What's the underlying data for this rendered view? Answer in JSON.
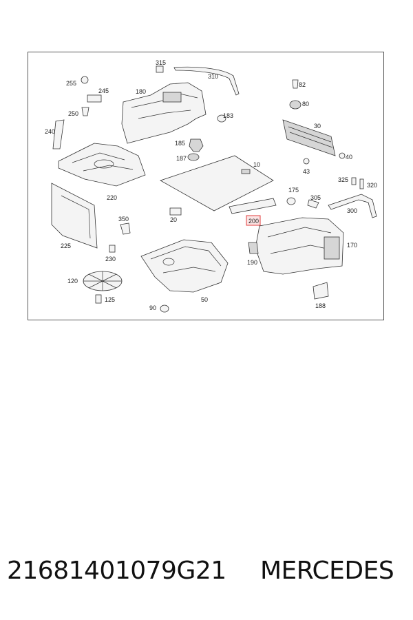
{
  "diagram": {
    "callouts": [
      {
        "id": "315",
        "label": "315"
      },
      {
        "id": "310",
        "label": "310"
      },
      {
        "id": "255",
        "label": "255"
      },
      {
        "id": "245",
        "label": "245"
      },
      {
        "id": "180",
        "label": "180"
      },
      {
        "id": "250",
        "label": "250"
      },
      {
        "id": "183",
        "label": "183"
      },
      {
        "id": "82",
        "label": "82"
      },
      {
        "id": "80",
        "label": "80"
      },
      {
        "id": "240",
        "label": "240"
      },
      {
        "id": "185",
        "label": "185"
      },
      {
        "id": "30",
        "label": "30"
      },
      {
        "id": "187",
        "label": "187"
      },
      {
        "id": "10",
        "label": "10"
      },
      {
        "id": "40",
        "label": "40"
      },
      {
        "id": "43",
        "label": "43"
      },
      {
        "id": "220",
        "label": "220"
      },
      {
        "id": "325",
        "label": "325"
      },
      {
        "id": "320",
        "label": "320"
      },
      {
        "id": "175",
        "label": "175"
      },
      {
        "id": "305",
        "label": "305"
      },
      {
        "id": "300",
        "label": "300"
      },
      {
        "id": "20",
        "label": "20"
      },
      {
        "id": "350",
        "label": "350"
      },
      {
        "id": "200",
        "label": "200",
        "highlighted": true
      },
      {
        "id": "225",
        "label": "225"
      },
      {
        "id": "170",
        "label": "170"
      },
      {
        "id": "230",
        "label": "230"
      },
      {
        "id": "190",
        "label": "190"
      },
      {
        "id": "120",
        "label": "120"
      },
      {
        "id": "50",
        "label": "50"
      },
      {
        "id": "125",
        "label": "125"
      },
      {
        "id": "188",
        "label": "188"
      },
      {
        "id": "90",
        "label": "90"
      }
    ],
    "highlight_color": "#e23b3b"
  },
  "footer": {
    "part_number": "21681401079G21",
    "brand": "MERCEDES"
  }
}
